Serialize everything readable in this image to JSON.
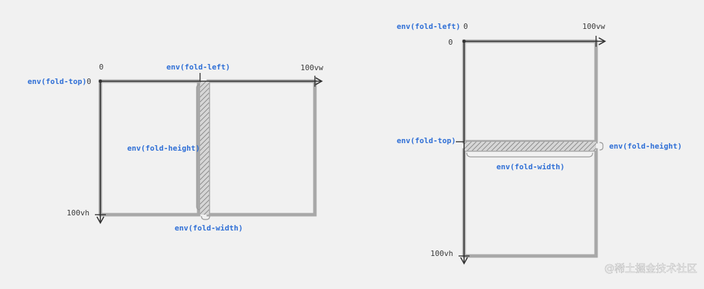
{
  "left_diagram": {
    "x_origin": "0",
    "y_origin": "0",
    "x_end": "100vw",
    "y_end": "100vh",
    "fold_left": "env(fold-left)",
    "fold_top": "env(fold-top)",
    "fold_height": "env(fold-height)",
    "fold_width": "env(fold-width)"
  },
  "right_diagram": {
    "x_origin": "0",
    "y_origin": "0",
    "x_end": "100vw",
    "y_end": "100vh",
    "fold_left": "env(fold-left)",
    "fold_top": "env(fold-top)",
    "fold_height": "env(fold-height)",
    "fold_width": "env(fold-width)"
  },
  "watermark": "@稀土掘金技术社区",
  "colors": {
    "background": "#f1f1f1",
    "panel_border": "#a8a8a8",
    "axis": "#333333",
    "label_blue": "#2f6fd6",
    "hatch": "#9a9a9a"
  }
}
